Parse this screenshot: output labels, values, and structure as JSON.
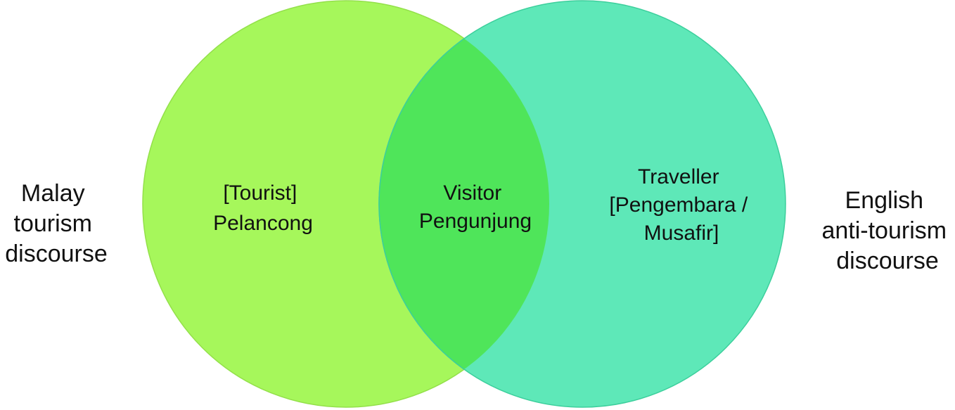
{
  "colors": {
    "left_circle": "#a6f75b",
    "right_circle": "#5ee8b8",
    "overlap": "#4fe55a",
    "left_stroke": "#93e04a",
    "right_stroke": "#3ccf9c"
  },
  "sets": {
    "left": {
      "outer_label": [
        "Malay",
        "tourism",
        "discourse"
      ],
      "inner_label": [
        "[Tourist]",
        "Pelancong"
      ]
    },
    "right": {
      "outer_label": [
        "English",
        "anti-tourism",
        "discourse"
      ],
      "inner_label": [
        "Traveller",
        "[Pengembara /",
        "Musafir]"
      ]
    },
    "intersection": {
      "label": [
        "Visitor",
        "Pengunjung"
      ]
    }
  }
}
